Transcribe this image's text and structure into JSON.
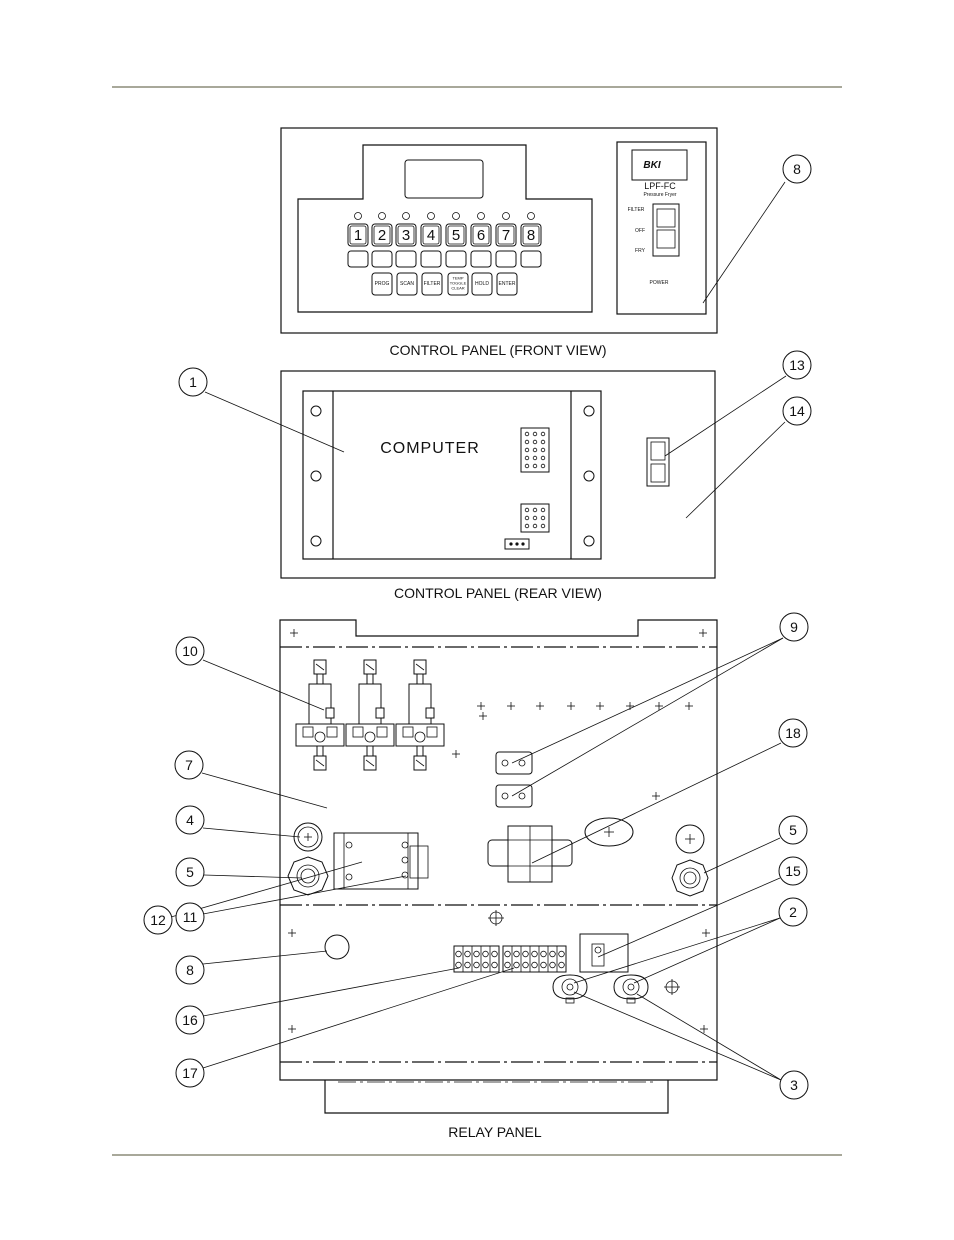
{
  "colors": {
    "rule": "#a8a89a",
    "ink": "#111111",
    "background": "#ffffff"
  },
  "front_panel": {
    "caption": "CONTROL PANEL (FRONT VIEW)",
    "keys": [
      "1",
      "2",
      "3",
      "4",
      "5",
      "6",
      "7",
      "8"
    ],
    "function_keys": [
      "PROG",
      "SCAN",
      "FILTER",
      "TEMP",
      "HOLD",
      "ENTER"
    ],
    "temp_key_lines": [
      "TEMP",
      "TOGGLE",
      "CLEAR"
    ],
    "logo_text": "BKI",
    "model": "LPF-FC",
    "model_sub": "Pressure Fryer",
    "switch_labels": [
      "FILTER",
      "OFF",
      "FRY"
    ],
    "power_label": "POWER"
  },
  "rear_panel": {
    "caption": "CONTROL PANEL (REAR VIEW)",
    "computer_label": "COMPUTER"
  },
  "relay_panel": {
    "caption": "RELAY PANEL"
  },
  "callouts": [
    "8",
    "1",
    "13",
    "14",
    "10",
    "9",
    "7",
    "18",
    "4",
    "5",
    "5",
    "15",
    "12",
    "11",
    "2",
    "8",
    "16",
    "17",
    "3"
  ]
}
